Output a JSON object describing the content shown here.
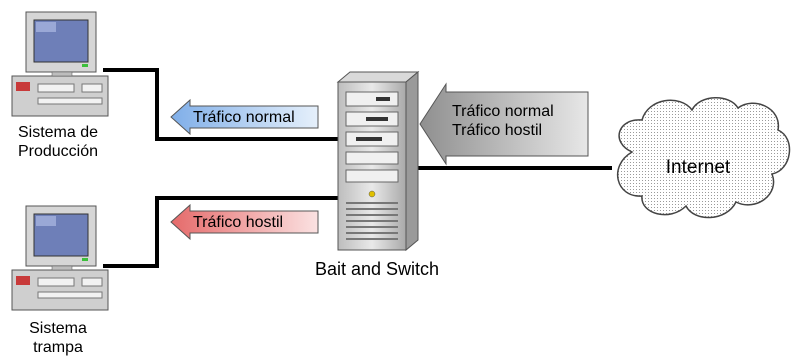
{
  "nodes": {
    "production": {
      "label_line1": "Sistema de",
      "label_line2": "Producción",
      "icon": "desktop-computer-icon"
    },
    "trap": {
      "label_line1": "Sistema",
      "label_line2": "trampa",
      "icon": "desktop-computer-icon"
    },
    "server": {
      "label": "Bait and Switch",
      "icon": "server-tower-icon"
    },
    "internet": {
      "label": "Internet",
      "icon": "cloud-icon"
    }
  },
  "arrows": {
    "normal_out": {
      "label": "Tráfico normal",
      "color": "#b8d3f5"
    },
    "hostile_out": {
      "label": "Tráfico hostil",
      "color": "#f5a8a8"
    },
    "incoming": {
      "line1": "Tráfico normal",
      "line2": "Tráfico hostil",
      "color": "#c8c8c8"
    }
  },
  "colors": {
    "wire": "#000000",
    "monitor_screen": "#6e7fb8",
    "monitor_body": "#cfcfcf",
    "cloud_fill": "#eeeeee"
  }
}
